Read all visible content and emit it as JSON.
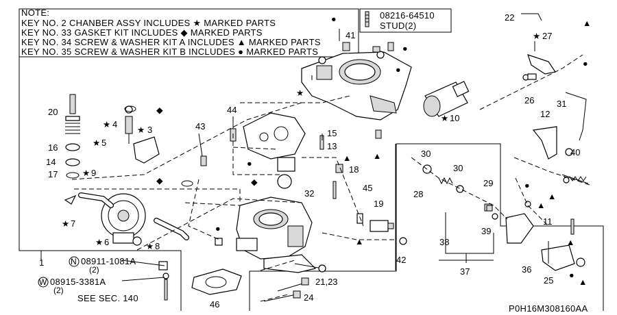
{
  "note": {
    "heading": "NOTE:",
    "lines": [
      "KEY NO. 2 CHANBER ASSY INCLUDES ★ MARKED PARTS",
      "KEY NO. 33 GASKET KIT INCLUDES ◆ MARKED PARTS",
      "KEY NO. 34 SCREW & WASHER KIT A INCLUDES ▲ MARKED PARTS",
      "KEY NO. 35 SCREW & WASHER KIT B INCLUDES ● MARKED PARTS"
    ]
  },
  "stud_box": {
    "part": "08216-64510",
    "desc": "STUD(2)"
  },
  "part_labels": {
    "p1": "1",
    "p3": "3",
    "p4": "4",
    "p5": "5",
    "p6": "6",
    "p7": "7",
    "p8": "8",
    "p9": "9",
    "p10": "10",
    "p11": "11",
    "p12": "12",
    "p13": "13",
    "p14": "14",
    "p15": "15",
    "p16": "16",
    "p17": "17",
    "p18": "18",
    "p19": "19",
    "p20": "20",
    "p21_23": "21,23",
    "p22": "22",
    "p24": "24",
    "p25": "25",
    "p26": "26",
    "p27": "27",
    "p28": "28",
    "p29": "29",
    "p30a": "30",
    "p30b": "30",
    "p31": "31",
    "p32": "32",
    "p36": "36",
    "p37": "37",
    "p38": "38",
    "p39": "39",
    "p40": "40",
    "p41": "41",
    "p42": "42",
    "p43": "43",
    "p44": "44",
    "p45": "45",
    "p46": "46"
  },
  "callouts": {
    "n_prefix": "N",
    "n_part": "08911-1081A",
    "n_qty": "(2)",
    "w_prefix": "W",
    "w_part": "08915-3381A",
    "w_qty": "(2)",
    "see_sec": "SEE SEC. 140"
  },
  "symbols": {
    "star": "★",
    "diamond": "◆",
    "triangle": "▲",
    "circle": "●"
  },
  "diagram_code": "P0H16M308160AA"
}
